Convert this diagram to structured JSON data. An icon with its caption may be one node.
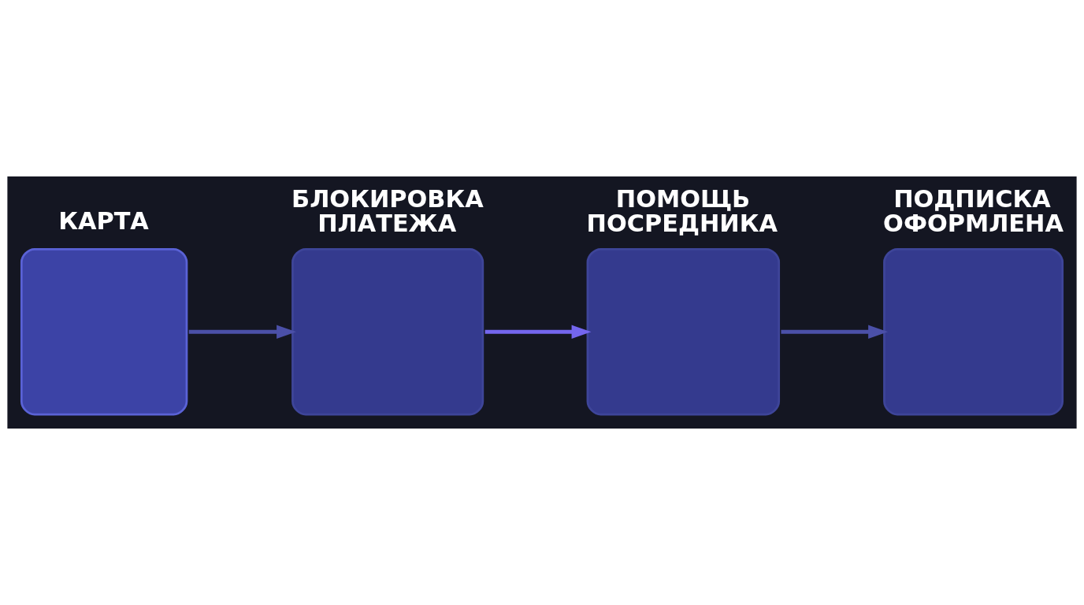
{
  "diagram": {
    "nodes": [
      {
        "text": [
          "КАРТА"
        ]
      },
      {
        "text": [
          "БЛОКИРОВКА ПЛАТЕЖА"
        ]
      },
      {
        "text": [
          "ПОМОЩЬ ПОСРЕДНИКА"
        ]
      },
      {
        "text": [
          "ПОДПИСКА ОФОРМЛЕНА"
        ]
      }
    ],
    "edges": [
      {
        "from": 0,
        "to": 1,
        "arrow": "to"
      },
      {
        "from": 1,
        "to": 2,
        "arrow": "to",
        "color": "#7466ee"
      },
      {
        "from": 2,
        "to": 3,
        "arrow": "to"
      }
    ]
  }
}
